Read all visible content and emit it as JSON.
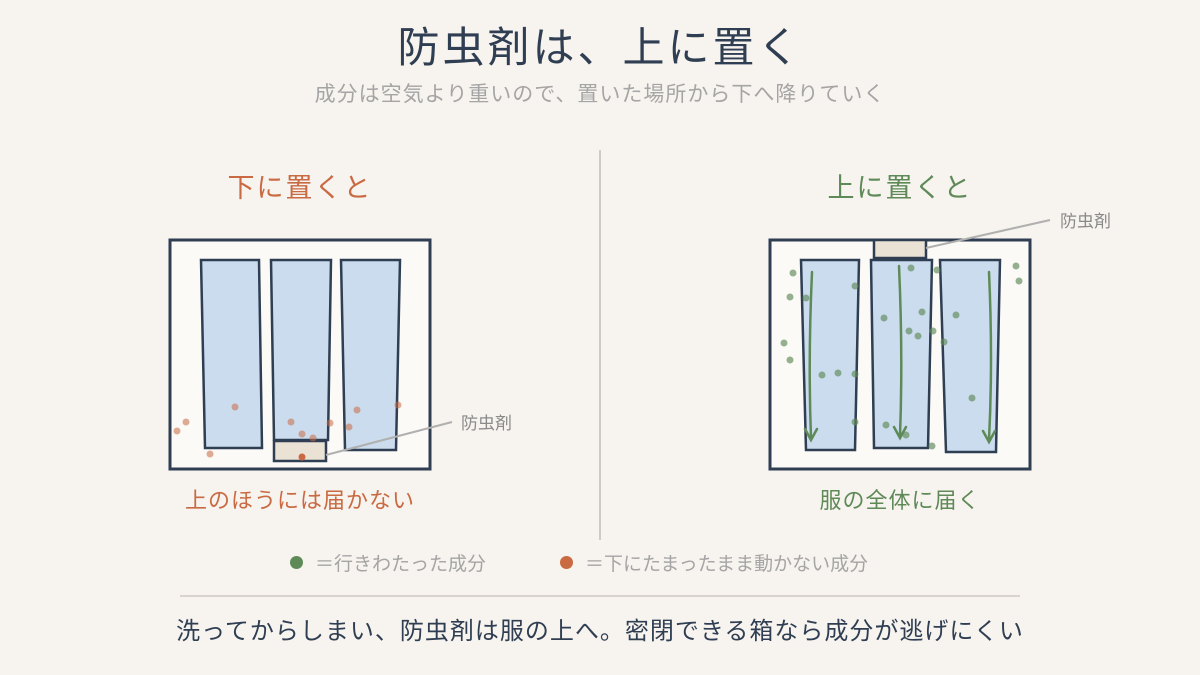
{
  "header": {
    "title": "防虫剤は、上に置く",
    "subtitle": "成分は空気より重いので、置いた場所から下へ降りていく"
  },
  "left_panel": {
    "title": "下に置くと",
    "caption": "上のほうには届かない",
    "agent_label": "防虫剤"
  },
  "right_panel": {
    "title": "上に置くと",
    "caption": "服の全体に届く",
    "agent_label": "防虫剤"
  },
  "legend": [
    {
      "label": "＝行きわたった成分",
      "color": "#5e8a58"
    },
    {
      "label": "＝下にたまったまま動かない成分",
      "color": "#c96a42"
    }
  ],
  "footer": {
    "text": "洗ってからしまい、防虫剤は服の上へ。密閉できる箱なら成分が逃げにくい"
  },
  "colors": {
    "frame": "#2f3e52",
    "garment": "#cbdcee",
    "agent_box": "#ebe2d6",
    "green": "#5e8a58",
    "orange": "#c96a42"
  }
}
